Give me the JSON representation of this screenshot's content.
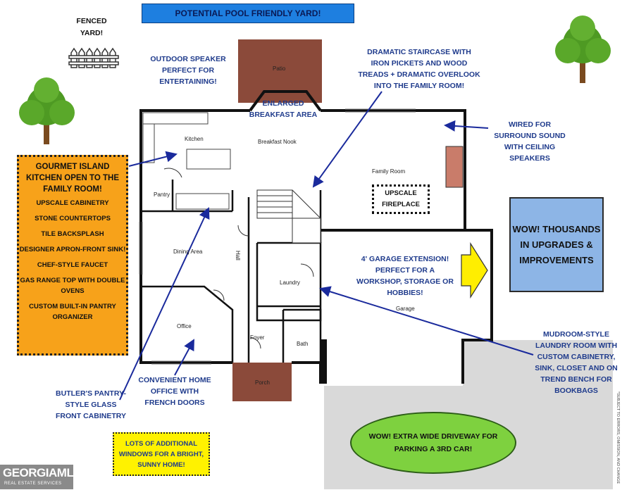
{
  "title": "POTENTIAL POOL FRIENDLY YARD!",
  "fenced_yard": "FENCED YARD!",
  "rooms": {
    "patio": "Patio",
    "kitchen": "Kitchen",
    "breakfast_nook": "Breakfast Nook",
    "family_room": "Family Room",
    "pantry": "Pantry",
    "dining_area": "Dining Area",
    "hall": "Hall",
    "laundry": "Laundry",
    "garage": "Garage",
    "office": "Office",
    "foyer": "Foyer",
    "bath": "Bath",
    "porch": "Porch"
  },
  "notes": {
    "outdoor_speaker": "OUTDOOR SPEAKER PERFECT FOR ENTERTAINING!",
    "enlarged_breakfast": "ENLARGED BREAKFAST AREA",
    "staircase": "DRAMATIC STAIRCASE WITH IRON PICKETS AND WOOD TREADS + DRAMATIC OVERLOOK INTO THE FAMILY ROOM!",
    "surround_sound": "WIRED FOR SURROUND SOUND WITH CEILING SPEAKERS",
    "upscale_fireplace": "UPSCALE FIREPLACE",
    "garage_extension": "4' GARAGE EXTENSION! PERFECT FOR A WORKSHOP, STORAGE OR HOBBIES!",
    "home_office": "CONVENIENT HOME OFFICE WITH FRENCH DOORS",
    "butlers_pantry": "BUTLER'S PANTRY-STYLE GLASS FRONT CABINETRY",
    "mudroom": "MUDROOM-STYLE LAUNDRY ROOM WITH CUSTOM CABINETRY, SINK, CLOSET AND ON TREND BENCH FOR BOOKBAGS",
    "windows": "LOTS OF ADDITIONAL WINDOWS FOR A BRIGHT, SUNNY HOME!",
    "driveway": "WOW! EXTRA WIDE DRIVEWAY FOR PARKING A 3RD CAR!",
    "wow_upgrades": "WOW! THOUSANDS IN UPGRADES & IMPROVEMENTS"
  },
  "gourmet": {
    "heading": "GOURMET ISLAND KITCHEN OPEN TO THE FAMILY ROOM!",
    "items": [
      "UPSCALE CABINETRY",
      "STONE COUNTERTOPS",
      "TILE BACKSPLASH",
      "DESIGNER APRON-FRONT SINK!",
      "CHEF-STYLE FAUCET",
      "GAS RANGE TOP WITH DOUBLE OVENS",
      "CUSTOM BUILT-IN PANTRY ORGANIZER"
    ]
  },
  "disclaimer": "*SUBJECT TO ERRORS, OMISSION, AND CHANGE",
  "logo": {
    "name": "GEORGIAMLS",
    "tagline": "REAL ESTATE SERVICES"
  },
  "colors": {
    "note_text": "#1f3b8c",
    "title_bg": "#1e7fe0",
    "gourmet_bg": "#f7a21a",
    "wow_bg": "#8db5e6",
    "windows_bg": "#fff200",
    "driveway_bg": "#7ed13f",
    "garage_arrow": "#ffee00",
    "patio_wood": "#8b4a3a",
    "arrow_blue": "#1a2a9c"
  }
}
